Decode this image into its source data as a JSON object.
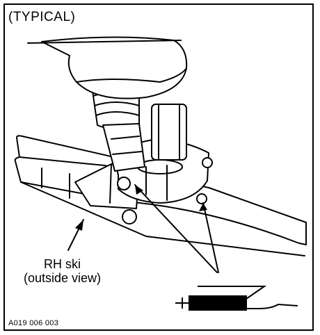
{
  "figure": {
    "title": "(TYPICAL)",
    "ski_label_line1": "RH ski",
    "ski_label_line2": "(outside view)",
    "figure_code": "A019 006 003"
  },
  "icons": {
    "grease_gun": "grease-gun-icon",
    "leader_arrow": "arrow-icon"
  },
  "colors": {
    "line": "#000000",
    "background": "#ffffff"
  }
}
